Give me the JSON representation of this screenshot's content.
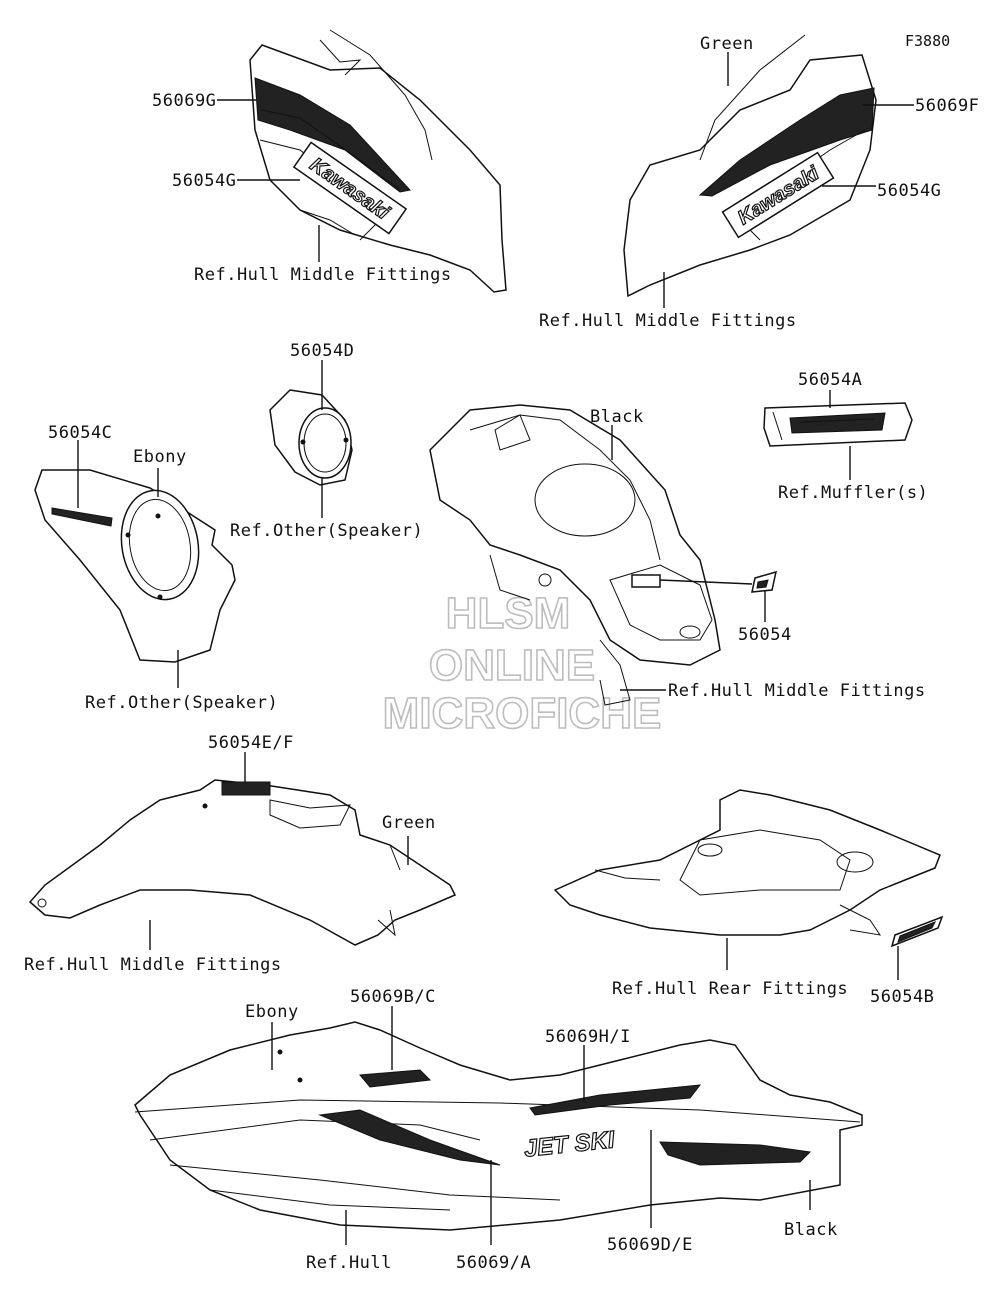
{
  "figure_id": "F3880",
  "watermark": [
    "HLSM",
    "ONLINE",
    "MICROFICHE"
  ],
  "brand_text": "Kawasaki",
  "labels": {
    "p56069G": "56069G",
    "p56054G_left": "56054G",
    "ref_hull_mid_left": "Ref.Hull Middle Fittings",
    "green_top": "Green",
    "p56069F": "56069F",
    "p56054G_right": "56054G",
    "ref_hull_mid_right": "Ref.Hull Middle Fittings",
    "p56054D": "56054D",
    "ref_other_speaker_mid": "Ref.Other(Speaker)",
    "black_mid": "Black",
    "p56054A": "56054A",
    "ref_mufflers": "Ref.Muffler(s)",
    "p56054C": "56054C",
    "ebony_left": "Ebony",
    "ref_other_speaker_left": "Ref.Other(Speaker)",
    "p56054": "56054",
    "ref_hull_mid_center": "Ref.Hull Middle Fittings",
    "p56054EF": "56054E/F",
    "green_mid": "Green",
    "ref_hull_mid_lower": "Ref.Hull Middle Fittings",
    "ref_hull_rear": "Ref.Hull Rear Fittings",
    "p56054B": "56054B",
    "ebony_bottom": "Ebony",
    "p56069BC": "56069B/C",
    "p56069HI": "56069H/I",
    "ref_hull": "Ref.Hull",
    "p56069A": "56069/A",
    "p56069DE": "56069D/E",
    "black_bottom": "Black"
  }
}
